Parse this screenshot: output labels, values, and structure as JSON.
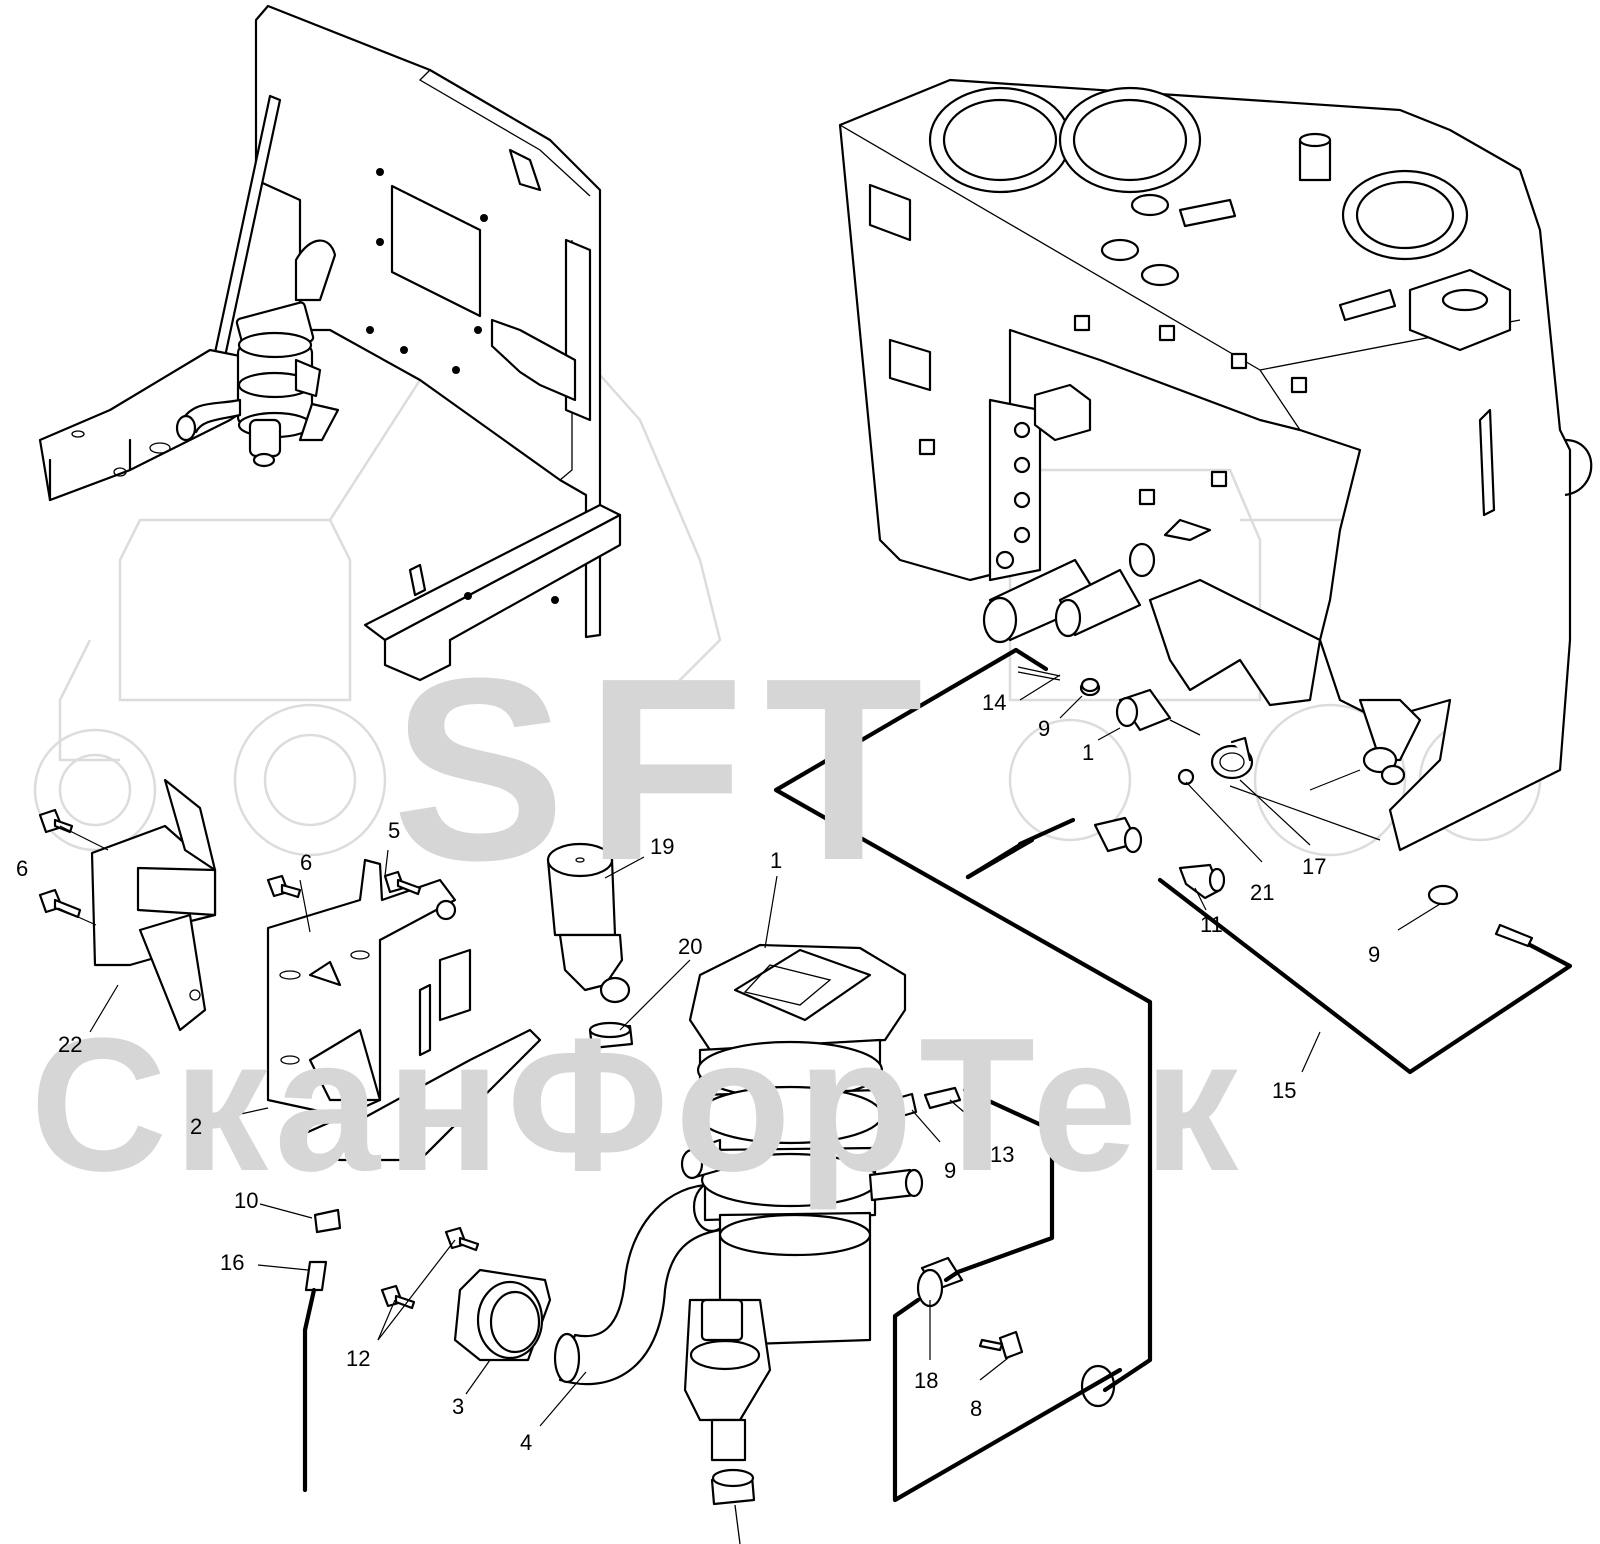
{
  "watermark": {
    "brand": "SFT",
    "company": "СканФорТек"
  },
  "callouts": [
    {
      "id": "c1a",
      "text": "1"
    },
    {
      "id": "c1b",
      "text": "1"
    },
    {
      "id": "c2",
      "text": "2"
    },
    {
      "id": "c3",
      "text": "3"
    },
    {
      "id": "c4",
      "text": "4"
    },
    {
      "id": "c5",
      "text": "5"
    },
    {
      "id": "c6a",
      "text": "6"
    },
    {
      "id": "c6b",
      "text": "6"
    },
    {
      "id": "c8",
      "text": "8"
    },
    {
      "id": "c9a",
      "text": "9"
    },
    {
      "id": "c9b",
      "text": "9"
    },
    {
      "id": "c9c",
      "text": "9"
    },
    {
      "id": "c10",
      "text": "10"
    },
    {
      "id": "c11",
      "text": "11"
    },
    {
      "id": "c12",
      "text": "12"
    },
    {
      "id": "c13",
      "text": "13"
    },
    {
      "id": "c14",
      "text": "14"
    },
    {
      "id": "c15",
      "text": "15"
    },
    {
      "id": "c16",
      "text": "16"
    },
    {
      "id": "c17",
      "text": "17"
    },
    {
      "id": "c18",
      "text": "18"
    },
    {
      "id": "c19",
      "text": "19"
    },
    {
      "id": "c20",
      "text": "20"
    },
    {
      "id": "c21",
      "text": "21"
    },
    {
      "id": "c22",
      "text": "22"
    }
  ]
}
